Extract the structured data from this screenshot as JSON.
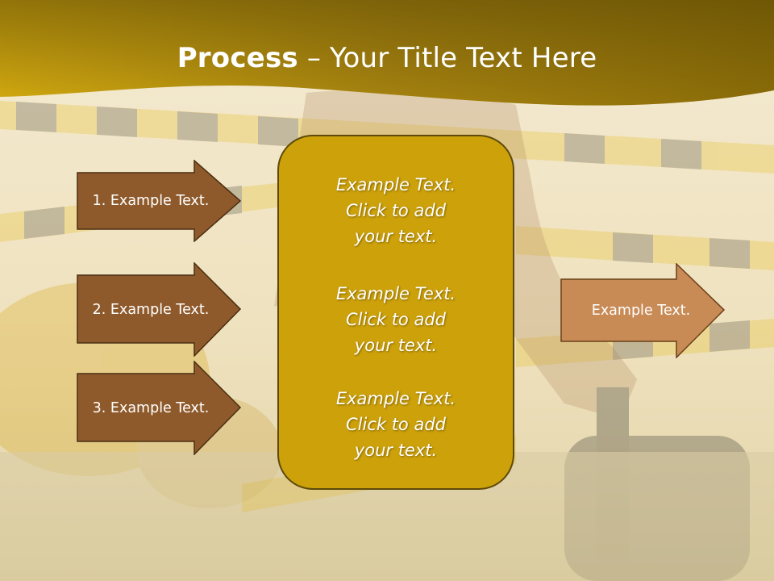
{
  "slide": {
    "title_bold": "Process",
    "title_rest": " – Your Title Text Here",
    "left_items": [
      {
        "label": "1. Example Text."
      },
      {
        "label": "2. Example Text."
      },
      {
        "label": "3. Example Text."
      }
    ],
    "center_items": [
      {
        "line1": "Example Text.",
        "line2": "Click  to add",
        "line3": "your text."
      },
      {
        "line1": "Example Text.",
        "line2": "Click  to add",
        "line3": "your text."
      },
      {
        "line1": "Example Text.",
        "line2": "Click  to add",
        "line3": "your text."
      }
    ],
    "right_item": {
      "label": "Example Text."
    }
  },
  "colors": {
    "header_gold": "#c49a08",
    "left_arrow_fill": "#8f5a2b",
    "right_arrow_fill": "#c98b55",
    "center_box_fill": "#cca10a"
  }
}
